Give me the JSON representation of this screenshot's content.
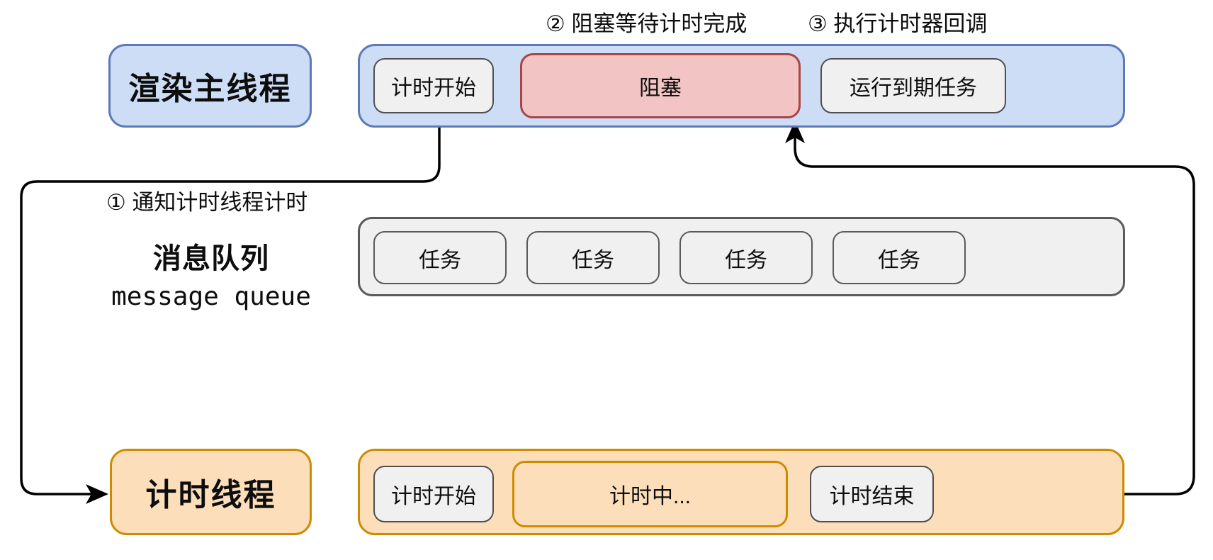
{
  "diagram": {
    "title_hint": "render-main-thread / message-queue / timer-thread sequence diagram"
  },
  "annotations": {
    "step1": "① 通知计时线程计时",
    "step2": "② 阻塞等待计时完成",
    "step3": "③ 执行计时器回调"
  },
  "main_thread": {
    "label": "渲染主线程",
    "timeline": [
      {
        "label": "计时开始",
        "style": "gray"
      },
      {
        "label": "阻塞",
        "style": "red"
      },
      {
        "label": "运行到期任务",
        "style": "gray"
      }
    ]
  },
  "message_queue": {
    "label_zh": "消息队列",
    "label_en": "message queue",
    "tasks": [
      "任务",
      "任务",
      "任务",
      "任务"
    ]
  },
  "timer_thread": {
    "label": "计时线程",
    "timeline": [
      {
        "label": "计时开始",
        "style": "gray"
      },
      {
        "label": "计时中...",
        "style": "orange"
      },
      {
        "label": "计时结束",
        "style": "gray"
      }
    ]
  },
  "colors": {
    "background": "#ffffff",
    "blue_fill": "#cdddf6",
    "blue_border": "#5d7ab7",
    "red_fill": "#f2c4c4",
    "red_border": "#a84545",
    "orange_fill": "#fcdfba",
    "orange_border": "#cd8b00",
    "gray_fill": "#f0f0f0",
    "gray_border": "#4f4f4f",
    "arrow": "#000000",
    "text": "#0d0d0d"
  }
}
